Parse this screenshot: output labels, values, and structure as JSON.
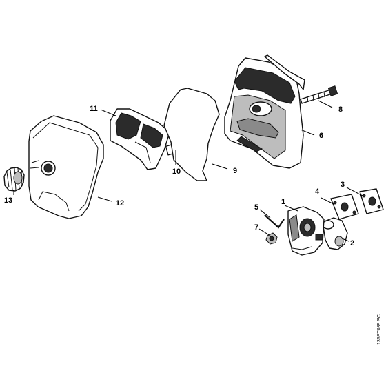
{
  "diagram": {
    "callouts": [
      {
        "id": "c1",
        "label": "1"
      },
      {
        "id": "c2",
        "label": "2"
      },
      {
        "id": "c3",
        "label": "3"
      },
      {
        "id": "c4",
        "label": "4"
      },
      {
        "id": "c5",
        "label": "5"
      },
      {
        "id": "c6",
        "label": "6"
      },
      {
        "id": "c7",
        "label": "7"
      },
      {
        "id": "c8",
        "label": "8"
      },
      {
        "id": "c9",
        "label": "9"
      },
      {
        "id": "c10",
        "label": "10"
      },
      {
        "id": "c11",
        "label": "11"
      },
      {
        "id": "c12",
        "label": "12"
      },
      {
        "id": "c13",
        "label": "13"
      }
    ],
    "drawing_code": "135ET039 SC"
  }
}
